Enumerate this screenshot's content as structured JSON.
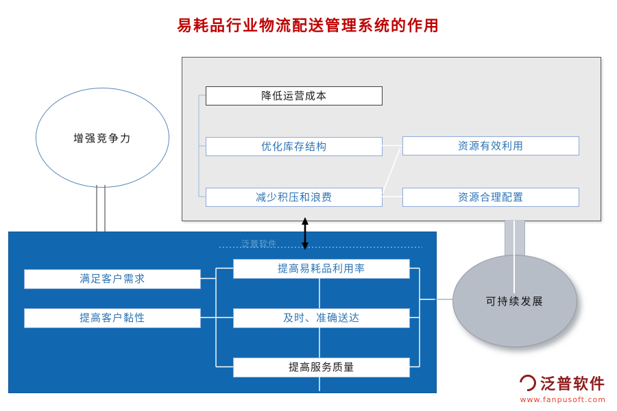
{
  "title": "易耗品行业物流配送管理系统的作用",
  "left_ellipse": {
    "label": "增强竞争力"
  },
  "top_panel": {
    "box1": "降低运营成本",
    "box2": "优化库存结构",
    "box3": "资源有效利用",
    "box4": "减少积压和浪费",
    "box5": "资源合理配置"
  },
  "bottom_panel": {
    "watermark": "泛普软件",
    "box1": "满足客户需求",
    "box2": "提高客户黏性",
    "box3": "提高易耗品利用率",
    "box4": "及时、准确送达",
    "box5": "提高服务质量"
  },
  "right_ellipse": {
    "label": "可持续发展"
  },
  "footer": {
    "brand": "泛普软件",
    "url": "www.fanpusoft.com"
  },
  "colors": {
    "title_red": "#bf0000",
    "panel_blue": "#1168b1",
    "panel_gray": "#e9e9e9",
    "node_text_blue": "#2e74b5",
    "right_ellipse_gray": "#b7bdc7",
    "brand_red": "#8e1c1c",
    "url_red": "#e2452e"
  }
}
